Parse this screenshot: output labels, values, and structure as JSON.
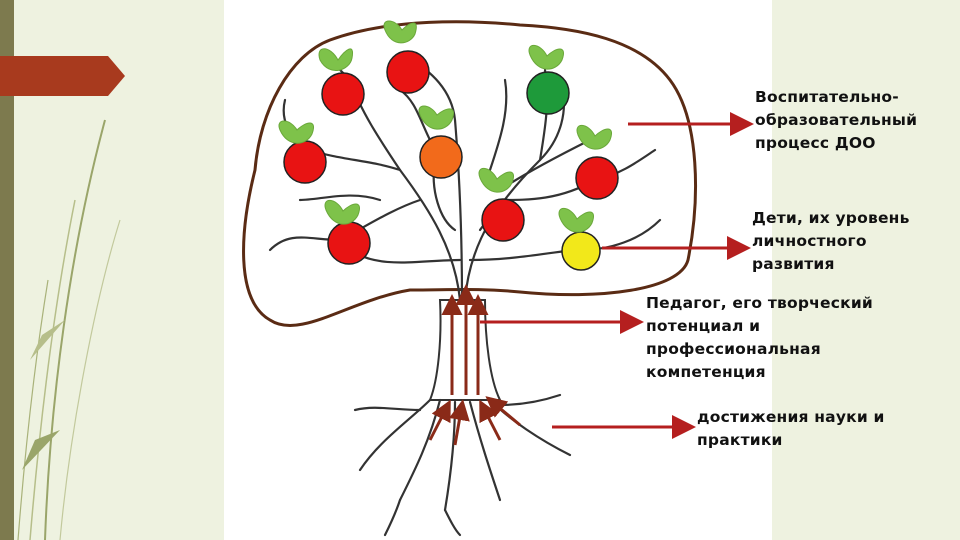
{
  "slide": {
    "colors": {
      "background": "#eef2e0",
      "panel": "#ffffff",
      "accent_ribbon": "#a83a1e",
      "arrow": "#b51f1f",
      "trunk_arrow": "#8a2a18",
      "tree_outline": "#5a2b14",
      "branches": "#333333",
      "apple_red": "#e81313",
      "apple_green": "#1e9a3a",
      "apple_orange": "#f26a1b",
      "apple_yellow": "#f2e81a",
      "bird_green": "#7ec24a"
    }
  },
  "labels": {
    "process": [
      "Воспитательно-",
      "образовательный",
      "процесс ДОО"
    ],
    "children": [
      "Дети, их уровень",
      "личностного",
      "развития"
    ],
    "teacher": [
      "Педагог, его творческий",
      "потенциал и",
      "профессиональная",
      "компетенция"
    ],
    "science": [
      "достижения науки и",
      "практики"
    ]
  },
  "apples": [
    {
      "color": "red"
    },
    {
      "color": "red"
    },
    {
      "color": "green"
    },
    {
      "color": "red"
    },
    {
      "color": "orange"
    },
    {
      "color": "red"
    },
    {
      "color": "red"
    },
    {
      "color": "red"
    },
    {
      "color": "yellow"
    }
  ]
}
